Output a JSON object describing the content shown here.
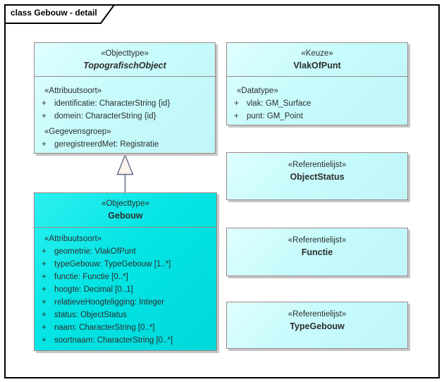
{
  "frame": {
    "title": "class Gebouw - detail"
  },
  "colors": {
    "fill-light-1": "#dffeff",
    "fill-light-2": "#c7fbfc",
    "fill-light-3": "#c0f6f8",
    "fill-accent-1": "#2cf0f0",
    "fill-accent-2": "#05e4e4",
    "fill-accent-3": "#00d8da",
    "box-border": "#9e8888",
    "box-shadow-color": "#c6c6c6",
    "relation-line": "#5c6b85",
    "relation-arrow-fill": "#fbf4ec",
    "text-color": "#2d2d2d",
    "frame-border": "#000000"
  },
  "boxes": {
    "topografischObject": {
      "stereotype": "«Objecttype»",
      "name": "TopografischObject",
      "rows": [
        {
          "kind": "group",
          "text": "«Attribuutsoort»"
        },
        {
          "kind": "attr",
          "vis": "+",
          "text": "identificatie: CharacterString {id}"
        },
        {
          "kind": "attr",
          "vis": "+",
          "text": "domein: CharacterString {id}"
        },
        {
          "kind": "group",
          "text": "«Gegevensgroep»"
        },
        {
          "kind": "attr",
          "vis": "+",
          "text": "geregistreerdMet: Registratie"
        }
      ]
    },
    "vlakOfPunt": {
      "stereotype": "«Keuze»",
      "name": "VlakOfPunt",
      "rows": [
        {
          "kind": "group",
          "text": "«Datatype»"
        },
        {
          "kind": "attr",
          "vis": "+",
          "text": "vlak: GM_Surface"
        },
        {
          "kind": "attr",
          "vis": "+",
          "text": "punt: GM_Point"
        }
      ]
    },
    "objectStatus": {
      "stereotype": "«Referentielijst»",
      "name": "ObjectStatus"
    },
    "gebouw": {
      "stereotype": "«Objecttype»",
      "name": "Gebouw",
      "rows": [
        {
          "kind": "group",
          "text": "«Attribuutsoort»"
        },
        {
          "kind": "attr",
          "vis": "+",
          "text": "geometrie: VlakOfPunt"
        },
        {
          "kind": "attr",
          "vis": "+",
          "text": "typeGebouw: TypeGebouw [1..*]"
        },
        {
          "kind": "attr",
          "vis": "+",
          "text": "functie: Functie [0..*]"
        },
        {
          "kind": "attr",
          "vis": "+",
          "text": "hoogte: Decimal [0..1]"
        },
        {
          "kind": "attr",
          "vis": "+",
          "text": "relatieveHoogteligging: Integer"
        },
        {
          "kind": "attr",
          "vis": "+",
          "text": "status: ObjectStatus"
        },
        {
          "kind": "attr",
          "vis": "+",
          "text": "naam: CharacterString [0..*]"
        },
        {
          "kind": "attr",
          "vis": "+",
          "text": "soortnaam: CharacterString [0..*]"
        }
      ]
    },
    "functie": {
      "stereotype": "«Referentielijst»",
      "name": "Functie"
    },
    "typeGebouw": {
      "stereotype": "«Referentielijst»",
      "name": "TypeGebouw"
    }
  },
  "relations": {
    "generalization": {
      "kind": "generalization",
      "from": "Gebouw",
      "to": "TopografischObject"
    }
  }
}
